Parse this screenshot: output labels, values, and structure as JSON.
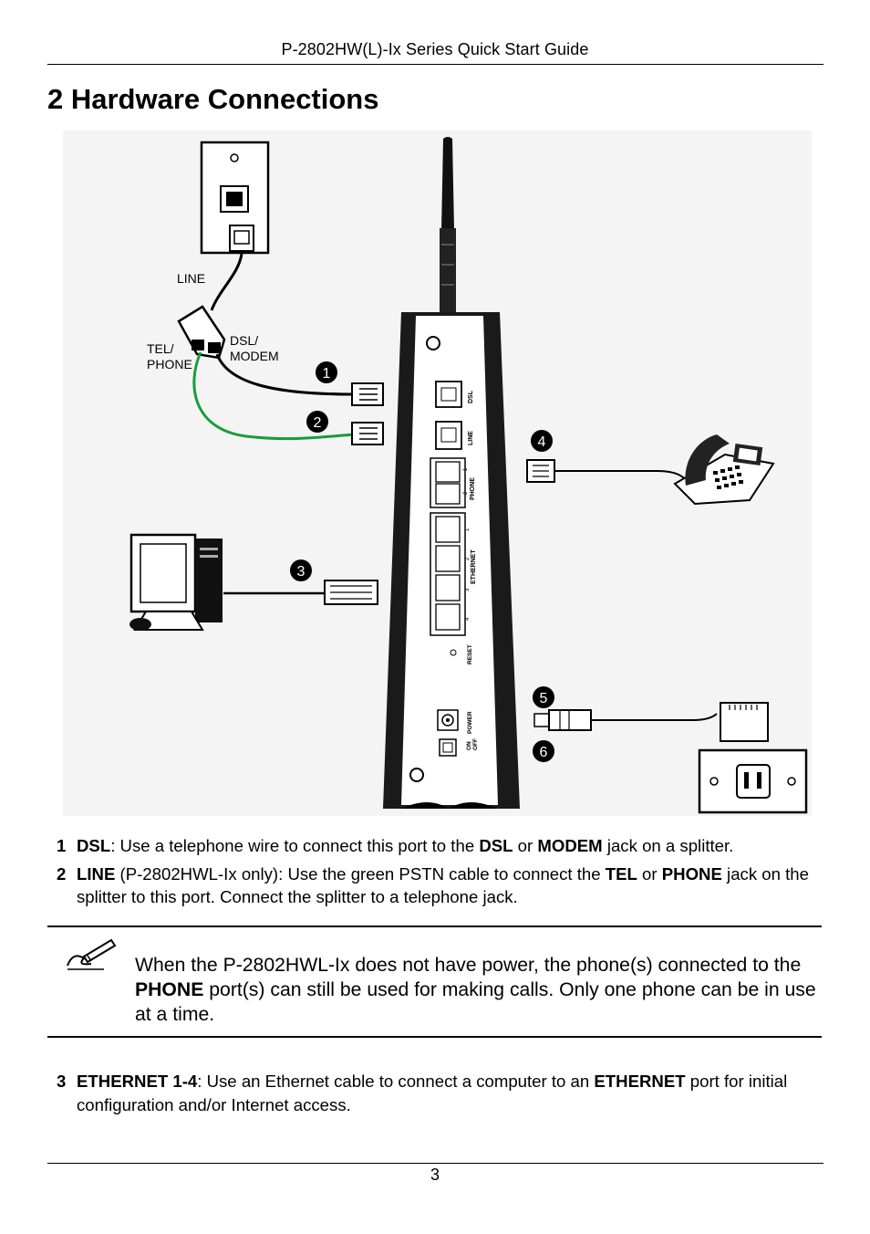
{
  "header": {
    "guide_title": "P-2802HW(L)-Ix Series Quick Start Guide"
  },
  "title": "2 Hardware Connections",
  "figure": {
    "splitter_labels": {
      "line": "LINE",
      "tel": "TEL/",
      "phone": "PHONE",
      "dsl": "DSL/",
      "modem": "MODEM"
    },
    "callouts": [
      "1",
      "2",
      "3",
      "4",
      "5",
      "6"
    ],
    "device_port_labels": {
      "dsl": "DSL",
      "line": "LINE",
      "phone": "PHONE",
      "ethernet": "ETHERNET",
      "reset": "RESET",
      "power": "POWER",
      "on": "ON",
      "off": "OFF",
      "phone_ports": [
        "1",
        "2"
      ],
      "ethernet_ports": [
        "1",
        "2",
        "3",
        "4"
      ]
    }
  },
  "steps": [
    {
      "num": "1",
      "parts": [
        {
          "b": "DSL"
        },
        {
          "t": ": Use a telephone wire to connect this port to the "
        },
        {
          "b": "DSL"
        },
        {
          "t": " or "
        },
        {
          "b": "MODEM"
        },
        {
          "t": " jack on a splitter."
        }
      ]
    },
    {
      "num": "2",
      "parts": [
        {
          "b": "LINE"
        },
        {
          "t": " (P-2802HWL-Ix only): Use the green PSTN cable to connect the "
        },
        {
          "b": "TEL"
        },
        {
          "t": " or "
        },
        {
          "b": "PHONE"
        },
        {
          "t": " jack on the splitter to this port. Connect the splitter to a telephone jack."
        }
      ]
    }
  ],
  "note": {
    "parts": [
      {
        "t": "When the P-2802HWL-Ix does not have power, the phone(s) connected to the "
      },
      {
        "b": "PHONE"
      },
      {
        "t": " port(s) can still be used for making calls. Only one phone can be in use at a time."
      }
    ]
  },
  "steps_after": [
    {
      "num": "3",
      "parts": [
        {
          "b": "ETHERNET 1-4"
        },
        {
          "t": ": Use an Ethernet cable to connect a computer to an "
        },
        {
          "b": "ETHERNET"
        },
        {
          "t": " port for initial configuration and/or Internet access."
        }
      ]
    }
  ],
  "footer": {
    "page_number": "3"
  },
  "colors": {
    "figure_bg": "#f4f4f4",
    "green_cable": "#1a9b3c"
  }
}
